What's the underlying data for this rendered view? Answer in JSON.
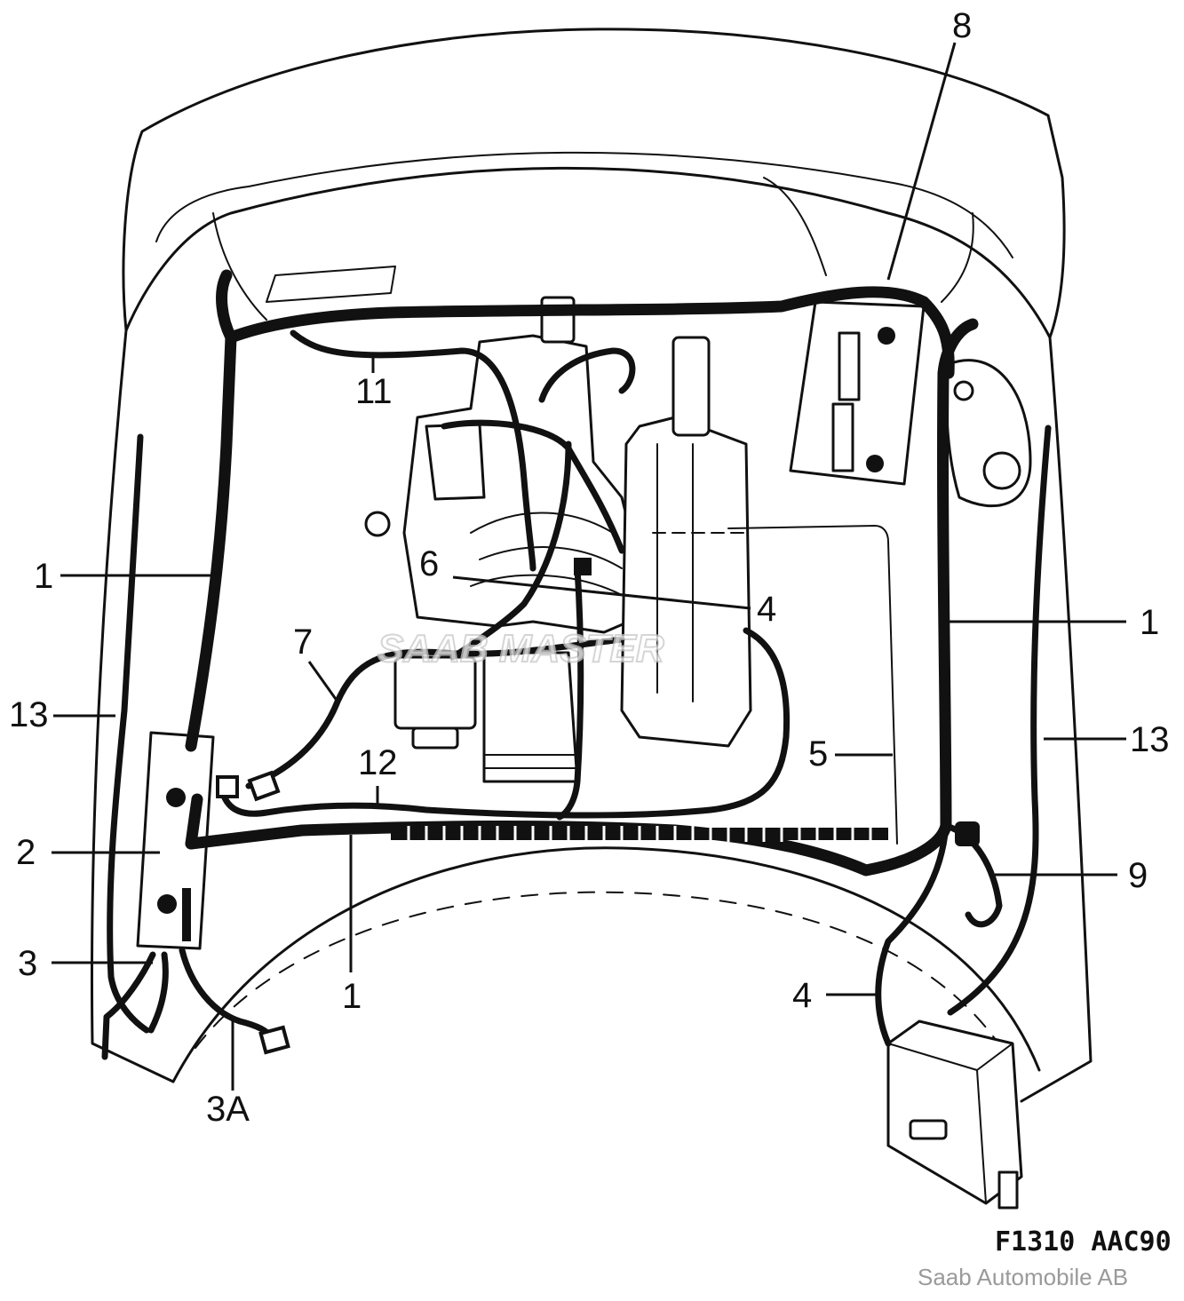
{
  "diagram": {
    "callouts": [
      "1",
      "1",
      "1",
      "2",
      "3",
      "3A",
      "4",
      "4",
      "5",
      "6",
      "7",
      "8",
      "9",
      "11",
      "12",
      "13",
      "13"
    ],
    "figure_code": "F1310  AAC90",
    "credit": "Saab Automobile AB",
    "watermark": "SAAB MASTER"
  }
}
